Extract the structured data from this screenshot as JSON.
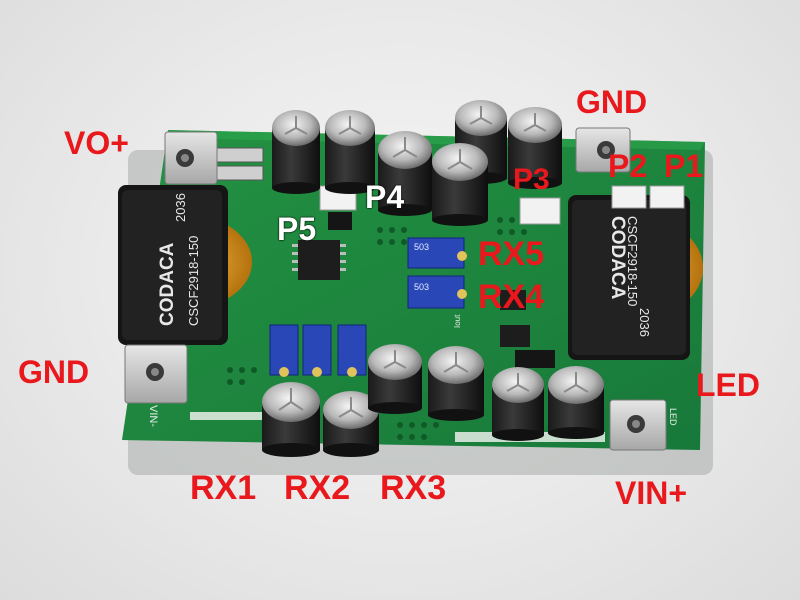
{
  "colors": {
    "label_red": "#e8181c",
    "label_white": "#ffffff",
    "pcb_green": "#1f8a3c"
  },
  "labels": {
    "vo_plus": "VO+",
    "gnd_top": "GND",
    "gnd_left": "GND",
    "p1": "P1",
    "p2": "P2",
    "p3": "P3",
    "p4": "P4",
    "p5": "P5",
    "rx1": "RX1",
    "rx2": "RX2",
    "rx3": "RX3",
    "rx4": "RX4",
    "rx5": "RX5",
    "led": "LED",
    "vin_plus": "VIN+"
  },
  "components": {
    "inductor_left_brand": "CODACA",
    "inductor_left_code": "2036",
    "inductor_left_part": "CSCF2918-150",
    "inductor_right_brand": "CODACA",
    "inductor_right_code": "2036",
    "inductor_right_part": "CSCF2918-150",
    "pot_code": "503",
    "silk_led": "LED",
    "silk_vin": "VIN-",
    "silk_iout": "Iout"
  }
}
